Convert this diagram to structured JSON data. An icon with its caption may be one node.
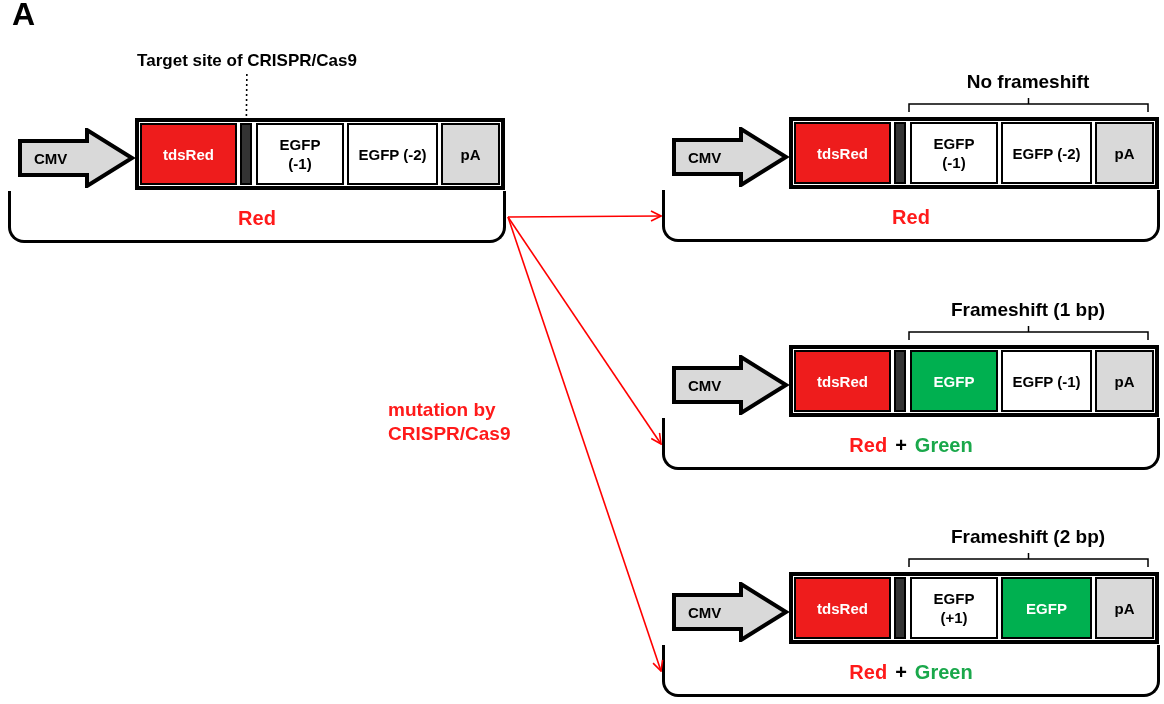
{
  "diagram": {
    "nodes": [
      {
        "text": [
          "Red"
        ]
      },
      {
        "text": [
          "CMV"
        ]
      },
      {
        "text": [
          "tdsRed"
        ]
      },
      {
        "text": [],
        "shape": "bar"
      },
      {
        "text": [
          "EGFP (-1)"
        ]
      },
      {
        "text": [
          "EGFP (-2)"
        ]
      },
      {
        "text": [
          "pA"
        ]
      },
      {
        "text": [
          "Target site of CRISPR/Cas9"
        ]
      },
      {
        "text": [
          "Red"
        ]
      },
      {
        "text": [
          "CMV"
        ]
      },
      {
        "text": [
          "tdsRed"
        ]
      },
      {
        "text": [],
        "shape": "bar"
      },
      {
        "text": [
          "EGFP (-1)"
        ]
      },
      {
        "text": [
          "EGFP (-2)"
        ]
      },
      {
        "text": [
          "pA"
        ]
      },
      {
        "text": [
          "Red",
          "+",
          "Green"
        ]
      },
      {
        "text": [
          "CMV"
        ]
      },
      {
        "text": [
          "tdsRed"
        ]
      },
      {
        "text": [],
        "shape": "bar"
      },
      {
        "text": [
          "EGFP"
        ]
      },
      {
        "text": [
          "EGFP (-1)"
        ]
      },
      {
        "text": [
          "pA"
        ]
      },
      {
        "text": [
          "Red",
          "+",
          "Green"
        ]
      },
      {
        "text": [
          "CMV"
        ]
      },
      {
        "text": [
          "tdsRed"
        ]
      },
      {
        "text": [],
        "shape": "bar"
      },
      {
        "text": [
          "EGFP (+1)"
        ]
      },
      {
        "text": [
          "EGFP"
        ]
      },
      {
        "text": [
          "pA"
        ]
      }
    ],
    "edges": [
      {
        "from": 7,
        "to": 3,
        "arrow": "none",
        "style": "dashed",
        "color": "#000000"
      },
      {
        "from": 0,
        "to": 8,
        "arrow": "to",
        "color": "#ff0000"
      },
      {
        "from": 0,
        "to": 15,
        "arrow": "to",
        "color": "#ff0000"
      },
      {
        "from": 0,
        "to": 22,
        "arrow": "to",
        "color": "#ff0000"
      }
    ],
    "labels": [
      "A",
      "No frameshift",
      "Frameshift (1 bp)",
      "Frameshift (2 bp)",
      "mutation by CRISPR/Cas9"
    ]
  }
}
